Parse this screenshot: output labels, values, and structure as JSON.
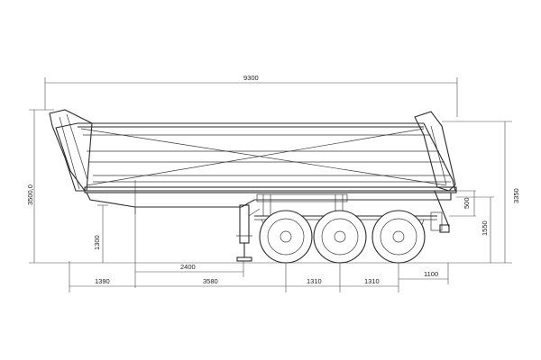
{
  "dimensions": {
    "overall_length": "9300",
    "body_height_front": "3500,0",
    "overall_height": "3350",
    "height_1550": "1550",
    "rear_500": "500",
    "ground_1300": "1300",
    "length_2400": "2400",
    "front_1390": "1390",
    "length_3580": "3580",
    "axle_spacing_1": "1310",
    "axle_spacing_2": "1310",
    "rear_overhang": "1100"
  }
}
